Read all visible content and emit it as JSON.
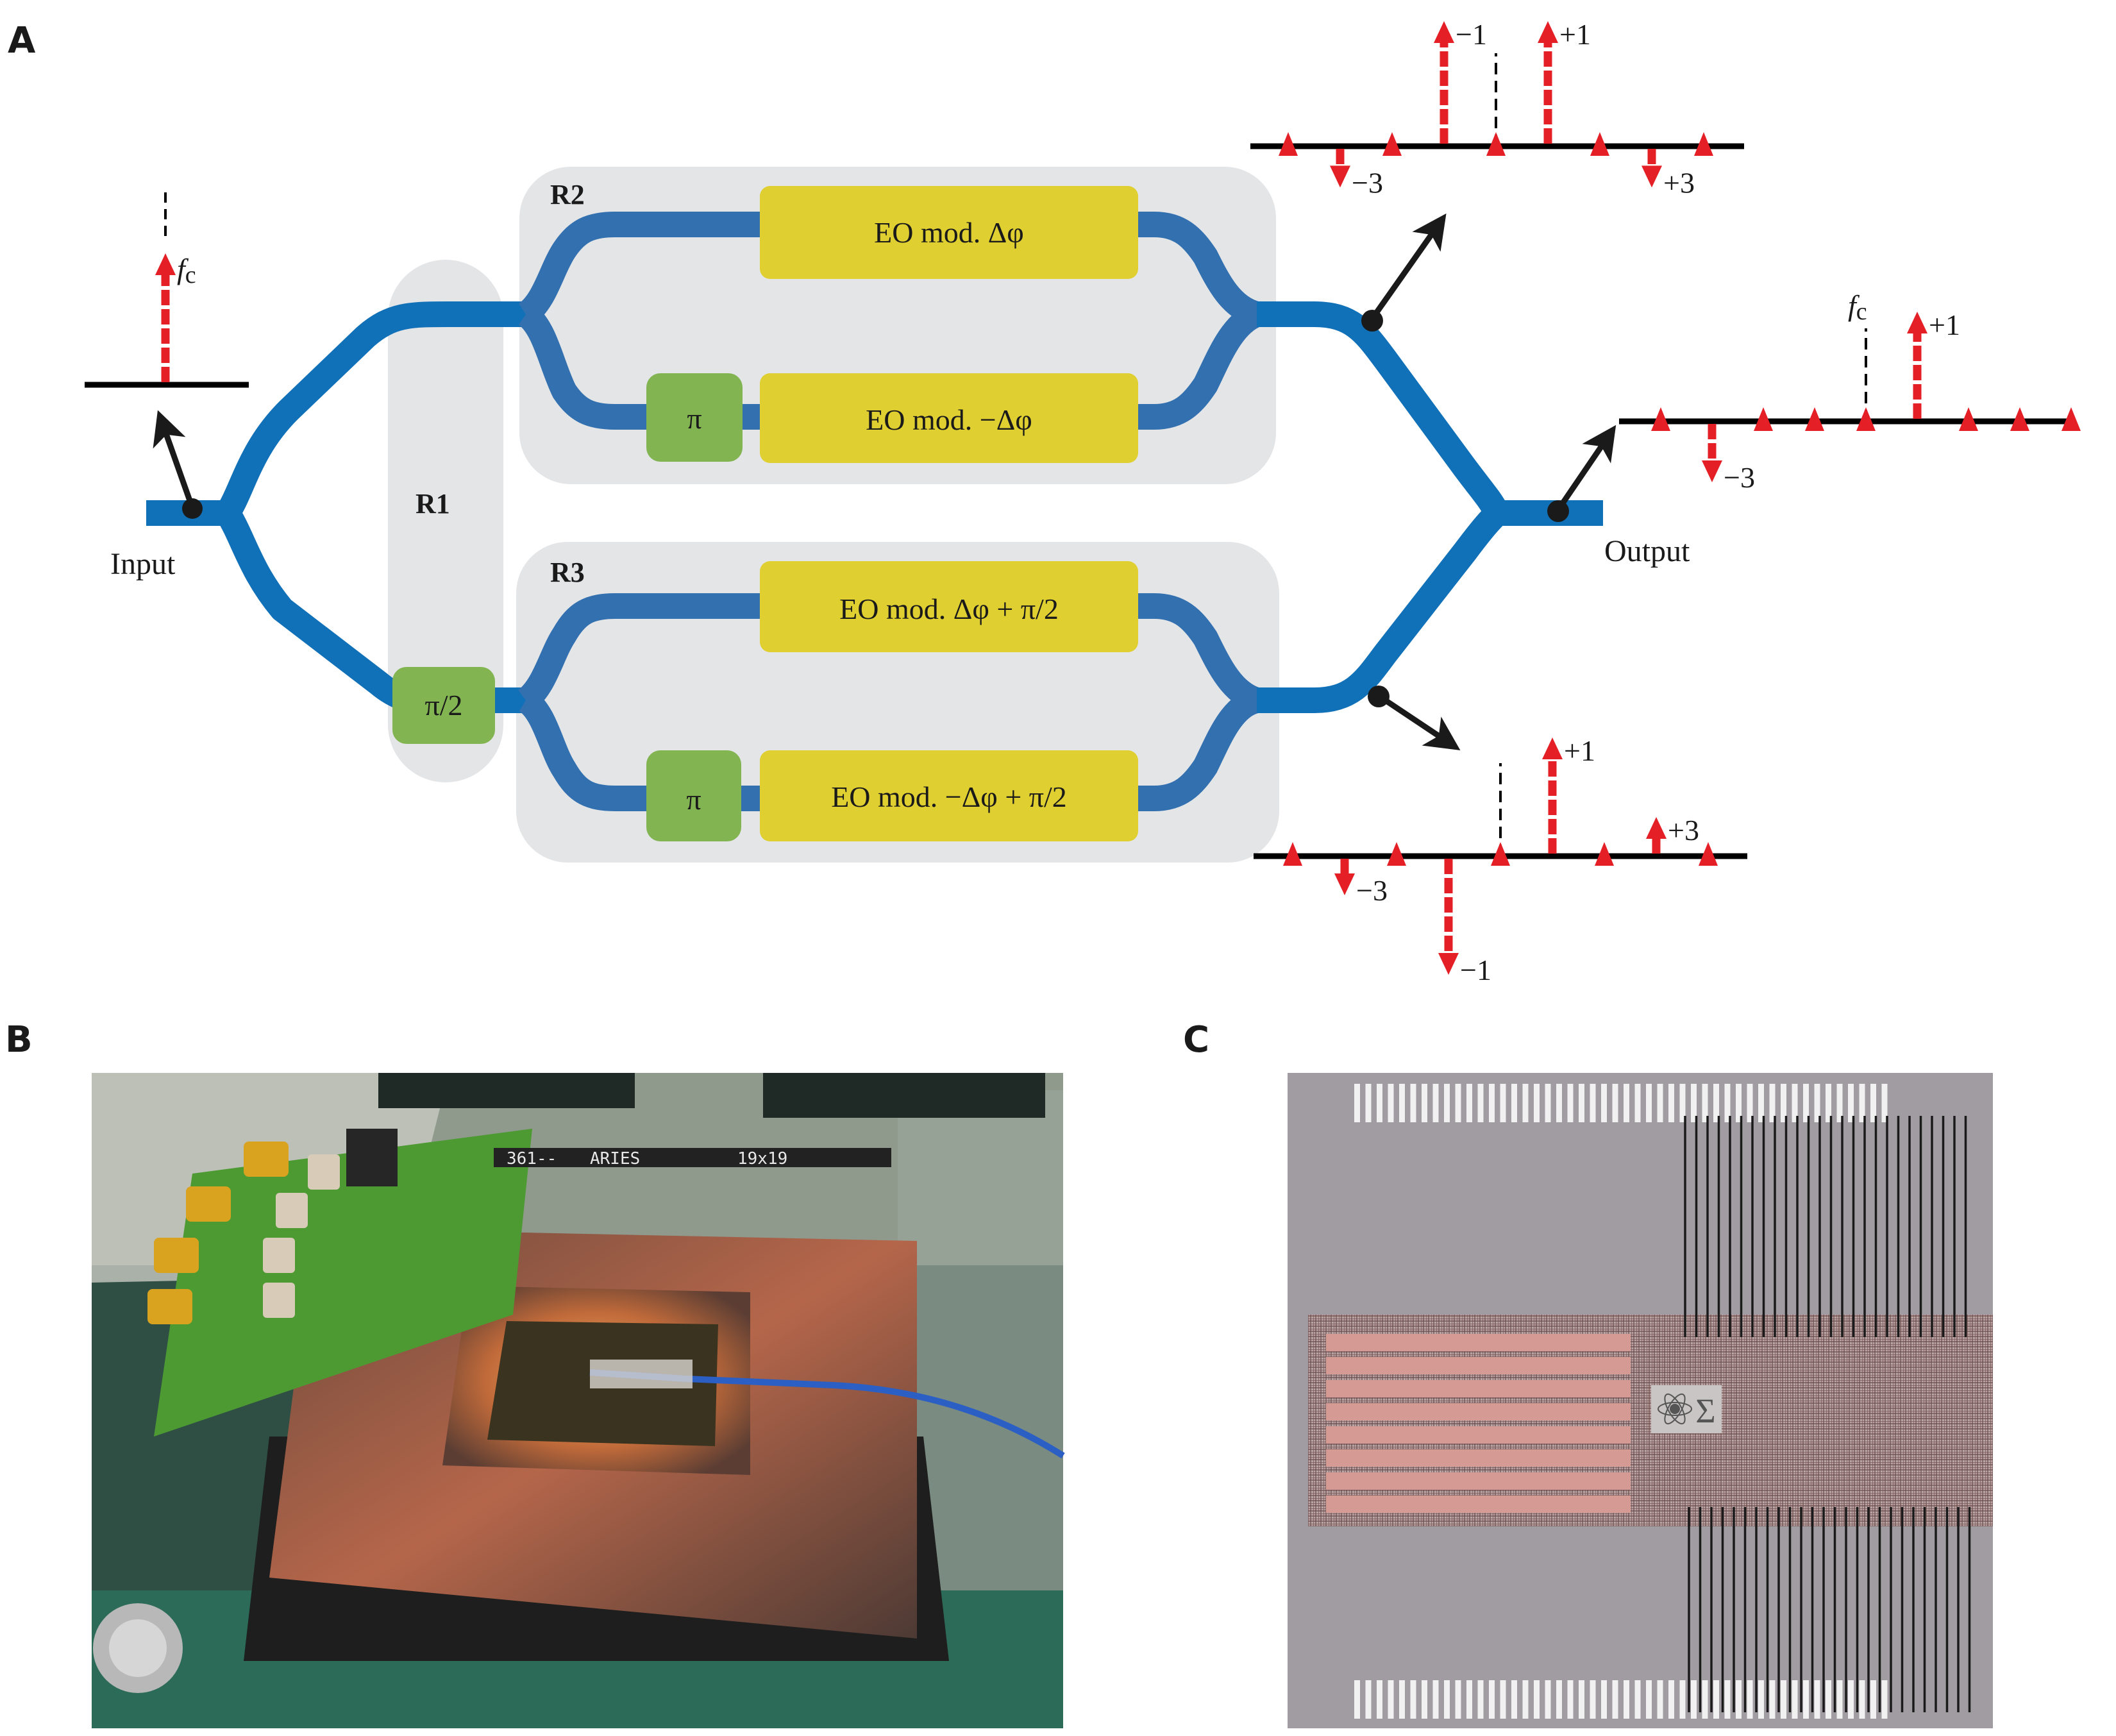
{
  "figure": {
    "panels": [
      {
        "id": "A",
        "label": "A"
      },
      {
        "id": "B",
        "label": "B"
      },
      {
        "id": "C",
        "label": "C"
      }
    ]
  },
  "panel_a": {
    "input_label": "Input",
    "output_label": "Output",
    "regions": {
      "r1": "R1",
      "r2": "R2",
      "r3": "R3"
    },
    "phase_shifters": {
      "r1_shift": "π/2",
      "r2_shift": "π",
      "r3_shift": "π"
    },
    "modulators": {
      "r2_top": "EO mod. Δφ",
      "r2_bottom": "EO mod. −Δφ",
      "r3_top": "EO mod. Δφ + π/2",
      "r3_bottom": "EO mod. −Δφ + π/2"
    },
    "colors": {
      "waveguide": "#1070b8",
      "waveguide_in_region": "#3370b0",
      "region_bg": "#e4e5e7",
      "modulator": "#e0cf30",
      "phase_shifter": "#82b552",
      "spectral_arrow": "#e41f26",
      "axis": "#000000"
    },
    "spectra": {
      "input": {
        "carrier_label": "f",
        "carrier_subscript": "c",
        "lines": [
          {
            "order": "fc",
            "direction": "up",
            "amplitude": 1.0,
            "label": ""
          }
        ],
        "markers": []
      },
      "r2_output": {
        "lines": [
          {
            "order": -3,
            "direction": "down",
            "amplitude": 0.33,
            "label": "−3"
          },
          {
            "order": -1,
            "direction": "up",
            "amplitude": 1.0,
            "label": "−1"
          },
          {
            "order": 1,
            "direction": "up",
            "amplitude": 1.0,
            "label": "+1"
          },
          {
            "order": 3,
            "direction": "down",
            "amplitude": 0.33,
            "label": "+3"
          }
        ],
        "suppressed_markers": [
          -4,
          -2,
          0,
          2,
          4
        ]
      },
      "r3_output": {
        "lines": [
          {
            "order": -3,
            "direction": "down",
            "amplitude": 0.33,
            "label": "−3"
          },
          {
            "order": -1,
            "direction": "down",
            "amplitude": 1.0,
            "label": "−1"
          },
          {
            "order": 1,
            "direction": "up",
            "amplitude": 1.0,
            "label": "+1"
          },
          {
            "order": 3,
            "direction": "up",
            "amplitude": 0.33,
            "label": "+3"
          }
        ],
        "suppressed_markers": [
          -4,
          -2,
          0,
          2,
          4
        ]
      },
      "final_output": {
        "carrier_label": "f",
        "carrier_subscript": "c",
        "lines": [
          {
            "order": -3,
            "direction": "down",
            "amplitude": 0.5,
            "label": "−3"
          },
          {
            "order": 1,
            "direction": "up",
            "amplitude": 0.9,
            "label": "+1"
          }
        ],
        "suppressed_markers": [
          -4,
          -2,
          -1,
          0,
          2,
          3,
          4
        ]
      }
    }
  },
  "panel_b": {
    "description": "Photo of packaged photonic chip on PCB with fiber attached",
    "socket_labels": [
      "361--",
      "ARIES",
      "19x19"
    ]
  },
  "panel_c": {
    "description": "Micrograph of photonic chip with wire bonds",
    "logo_symbol": "Σ"
  }
}
